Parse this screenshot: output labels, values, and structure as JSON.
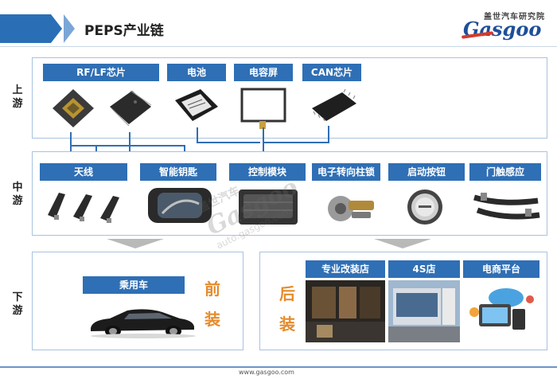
{
  "header": {
    "title": "PEPS产业链",
    "logo_cn": "盖世汽车研究院",
    "logo_en": "Gasgoo"
  },
  "tiers": {
    "upstream": "上游",
    "midstream": "中游",
    "downstream": "下游"
  },
  "upstream_items": [
    {
      "label": "RF/LF芯片"
    },
    {
      "label": "电池"
    },
    {
      "label": "电容屏"
    },
    {
      "label": "CAN芯片"
    }
  ],
  "midstream_items": [
    {
      "label": "天线"
    },
    {
      "label": "智能钥匙"
    },
    {
      "label": "控制模块"
    },
    {
      "label": "电子转向柱锁"
    },
    {
      "label": "启动按钮"
    },
    {
      "label": "门触感应"
    }
  ],
  "downstream": {
    "oem": {
      "label": "乘用车",
      "tag_chars": [
        "前",
        "装"
      ]
    },
    "aftermarket": {
      "tag_chars": [
        "后",
        "装"
      ],
      "channels": [
        {
          "label": "专业改装店"
        },
        {
          "label": "4S店"
        },
        {
          "label": "电商平台"
        }
      ]
    }
  },
  "watermark": {
    "cn": "盖世汽车",
    "en": "Gasgoo",
    "url": "auto.gasgoo.com"
  },
  "footer": {
    "url": "www.gasgoo.com"
  },
  "colors": {
    "label_blue": "#2f6fb5",
    "accent_orange": "#e58b2c",
    "frame_blue": "#a9c2df"
  }
}
